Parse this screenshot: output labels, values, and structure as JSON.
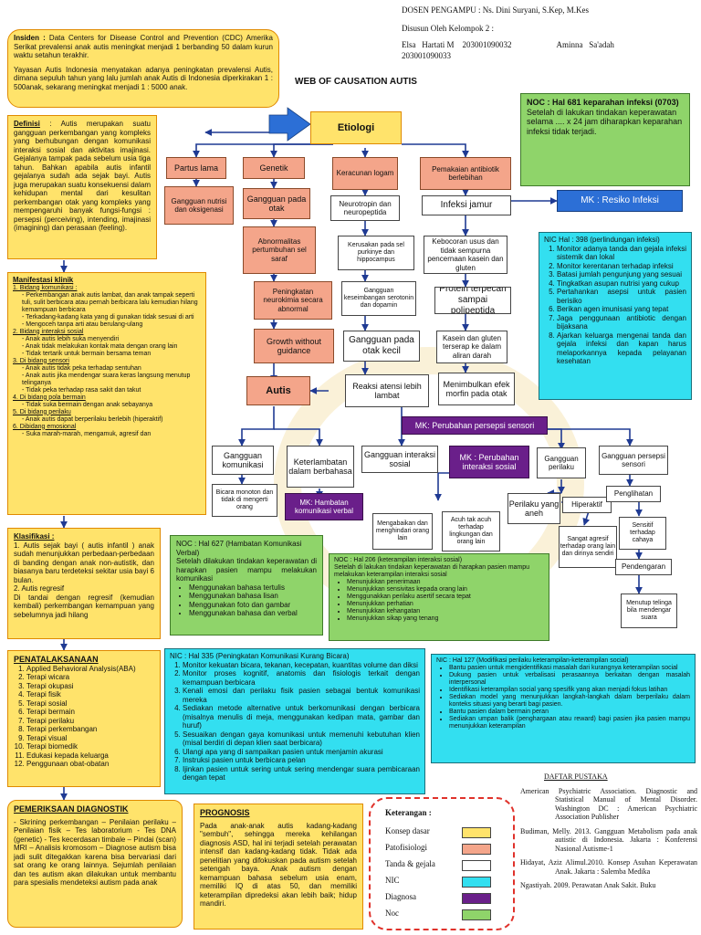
{
  "header": {
    "dosen": "DOSEN PENGAMPU       : Ns. Dini Suryani, S.Kep, M.Kes",
    "disusun": "Disusun Oleh Kelompok 2 :",
    "members_line1": "Elsa   Hartati M    203001090032                      Aminna   Sa'adah",
    "members_line2": "203001090033"
  },
  "title": "WEB OF CAUSATION AUTIS",
  "insiden": {
    "heading": "Insiden :",
    "p1": "Data Centers for Disease Control and Prevention (CDC) Amerika Serikat prevalensi anak autis meningkat menjadi 1 berbanding 50 dalam kurun waktu setahun terakhir.",
    "p2": "Yayasan Autis Indonesia menyatakan adanya peningkatan prevalensi Autis, dimana sepuluh tahun yang lalu jumlah anak Autis di Indonesia diperkirakan 1 : 500anak, sekarang meningkat menjadi 1 : 5000 anak."
  },
  "definisi": {
    "heading": "Definisi",
    "text": ": Autis merupakan suatu gangguan perkembangan yang kompleks yang berhubungan dengan komunikasi interaksi sosial dan aktivitas imajinasi. Gejalanya tampak pada sebelum usia tiga tahun. Bahkan apabila autis infantil gejalanya sudah ada sejak bayi. Autis juga merupakan suatu konsekuensi dalam kehidupan mental dari kesulitan perkembangan otak yang kompleks yang mempengaruhi banyak fungsi-fungsi : persepsi (perceiving), intending, imajinasi (imagining) dan perasaan (feeling)."
  },
  "manifestasi": {
    "heading": "Manifestasi klinik",
    "items": [
      "1. Bidang komunikasi :",
      "   - Perkembangan anak autis lambat, dan anak tampak seperti tuli, sulit berbicara atau pernah berbicara lalu kemudian hilang kemampuan berbicara",
      "   - Terkadang-kadang kata yang di gunakan tidak sesuai di arti",
      "   - Mengoceh tanpa arti atau berulang-ulang",
      "2. Bidang interaksi sosial",
      "   - Anak autis lebih suka menyendiri",
      "   - Anak tidak melakukan kontak mata dengan orang lain",
      "   - Tidak tertarik untuk bermain bersama teman",
      "3. Di bidang sensori",
      "   - Anak autis tidak peka terhadap sentuhan",
      "   - Anak autis jika mendengar suara keras langsung menutup telinganya",
      "   - Tidak peka terhadap rasa sakit dan takut",
      "4. Di bidang pola bermain",
      "   - Tidak suka bermain dengan anak sebayanya",
      "5. Di bidang perilaku",
      "   - Anak autis dapat berperilaku berlebih (hiperaktif)",
      "6. Dibidang emosional",
      "   - Suka marah-marah, mengamuk, agresif dan"
    ]
  },
  "klasifikasi": {
    "heading": "Klasifikasi :",
    "items": [
      "1. Autis sejak bayi ( autis infantil ) anak sudah menunjukkan perbedaan-perbedaan di banding dengan anak non-autistik, dan biasanya baru terdeteksi sekitar usia bayi 6 bulan.",
      "2. Autis regresif",
      "Di tandai dengan regresif (kemudian kembali) perkembangan kemampuan yang sebelumnya jadi hilang"
    ]
  },
  "penatalaksanaan": {
    "heading": "PENATALAKSANAAN",
    "items": [
      "Applied Behavioral Analysis(ABA)",
      "Terapi wicara",
      "Terapi okupasi",
      "Terapi fisik",
      "Terapi sosial",
      "Terapi bermain",
      "Terapi perilaku",
      "Terapi perkembangan",
      "Terapi visual",
      "Terapi biomedik",
      "Edukasi kepada keluarga",
      "Penggunaan obat-obatan"
    ]
  },
  "pemeriksaan": {
    "heading": "PEMERIKSAAN DIAGNOSTIK",
    "text": "- Skrining perkembangan – Penilaian perilaku – Penilaian fisik – Tes laboratorium - Tes DNA (genetic) - Tes kecerdasan timbale – Pindai (scan) MRI – Analisis kromosom – Diagnose autism bisa jadi sulit ditegakkan karena bisa bervariasi dari sat orang ke orang lainnya. Sejumlah penilaian dan tes autism akan dilakukan untuk membantu para spesialis mendeteksi autism pada anak"
  },
  "prognosis": {
    "heading": "PROGNOSIS",
    "text": "Pada anak-anak autis kadang-kadang \"sembuh\", sehingga mereka kehilangan diagnosis ASD, hal ini terjadi setelah perawatan intensif dan kadang-kadang tidak. Tidak ada penelitian yang difokuskan pada autism setelah setengah baya. Anak autism dengan kemampuan bahasa sebelum usia enam, memiliki IQ di atas 50, dan memiliki keterampilan dipredeksi akan lebih baik; hidup mandiri."
  },
  "flow": {
    "etiologi": "Etiologi",
    "partus_lama": "Partus lama",
    "genetik": "Genetik",
    "keracunan": "Keracunan logam",
    "antibiotik": "Pemakaian antibiotik berlebihan",
    "nutrisi": "Gangguan nutrisi dan oksigenasi",
    "gangguan_otak": "Gangguan pada otak",
    "neurotropin": "Neurotropin dan neuropeptida",
    "infeksi_jamur": "Infeksi jamur",
    "abnormalitas": "Abnormalitas pertumbuhan sel saraf",
    "kerusakan_purkinje": "Kerusakan pada sel purkinye dan hippocampus",
    "kebocoran_usus": "Kebocoran usus dan tidak sempurna pencernaan kasein dan gluten",
    "peningkatan_neuro": "Peningkatan neurokimia secara abnormal",
    "serotonin": "Gangguan keseimbangan serotonin dan dopamin",
    "protein": "Protein terpecah sampai polipeptida",
    "growth": "Growth without guidance",
    "otak_kecil": "Gangguan pada otak kecil",
    "kasein": "Kasein dan gluten terserap ke dalam aliran darah",
    "autis": "Autis",
    "atensi": "Reaksi atensi lebih lambat",
    "morfin": "Menimbulkan efek morfin pada otak",
    "mk_persepsi": "MK: Perubahan persepsi sensori",
    "komunikasi": "Gangguan komunikasi",
    "keterlambatan": "Keterlambatan dalam berbahasa",
    "interaksi": "Gangguan interaksi sosial",
    "mk_interaksi": "MK : Perubahan interaksi sosial",
    "perilaku": "Gangguan perilaku",
    "persepsi": "Gangguan persepsi sensori",
    "bicara": "Bicara monoton dan tidak di mengerti orang",
    "mk_verbal": "MK: Hambatan komunikasi verbal",
    "mengabaikan": "Mengabaikan dan menghindari orang lain",
    "acuh": "Acuh tak acuh terhadap lingkungan dan orang lain",
    "perilaku_aneh": "Perilaku yang aneh",
    "hiperaktif": "Hiperaktif",
    "agresif": "Sangat agresif terhadap orang lain dan dirinya sendiri",
    "penglihatan": "Penglihatan",
    "sensitif": "Sensitif terhadap cahaya",
    "pendengaran": "Pendengaran",
    "menutup_telinga": "Menutup telinga bila mendengar suara"
  },
  "noc_681": {
    "heading": "NOC : Hal 681 keparahan infeksi (0703)",
    "text": "Setelah di lakukan tindakan keperawatan selama .... x 24 jam diharapkan keparahan infeksi tidak terjadi."
  },
  "mk_infeksi": "MK : Resiko Infeksi",
  "nic_398": {
    "heading": "NIC  Hal : 398 (perlindungan infeksi)",
    "items": [
      "Monitor adanya tanda dan gejala infeksi sistemik dan lokal",
      "Monitor kerentanan terhadap infeksi",
      "Batasi jumlah pengunjung yang sesuai",
      "Tingkatkan asupan nutrisi yang cukup",
      "Pertahankan asepsi untuk pasien berisiko",
      "Berikan agen imunisasi yang tepat",
      "Jaga penggunaan antibiotic dengan bijaksana",
      "Ajarkan keluarga mengenai tanda dan gejala infeksi dan kapan harus melaporkannya kepada pelayanan kesehatan"
    ]
  },
  "noc_627": {
    "heading": "NOC : Hal 627 (Hambatan Komunikasi Verbal)",
    "text": "Setelah dilakukan tindakan keperawatan di harapkan pasien mampu melakukan komunikasi",
    "items": [
      "Menggunakan bahasa tertulis",
      "Menggunakan bahasa lisan",
      "Menggunakan foto dan gambar",
      "Menggunakan bahasa dan verbal"
    ]
  },
  "noc_206": {
    "heading": "NOC : Hal 206 (keterampilan interaksi sosial)",
    "text": "Setelah di lakukan tindakan keperawatan di harapkan pasien mampu melakukan keterampilan interaksi sosial",
    "items": [
      "Menunjukkan penerimaan",
      "Menunjukkan sensivitas kepada orang lain",
      "Menggunakkan perilaku asertif secara tepat",
      "Menunjukkan perhatian",
      "Menunjukkan kehangatan",
      "Menunjukkan sikap yang tenang"
    ]
  },
  "nic_335": {
    "heading": "NIC : Hal 335 (Peningkatan Komunikasi Kurang Bicara)",
    "items": [
      "Monitor kekuatan bicara, tekanan, kecepatan, kuantitas volume dan diksi",
      "Monitor proses kognitif, anatomis dan fisiologis terkait dengan kemampuan berbicara",
      "Kenali emosi dan perilaku fisik pasien sebagai bentuk komunikasi mereka",
      "Sediakan metode alternative untuk berkomunikasi dengan berbicara (misalnya menulis di meja, menggunakan kedipan mata, gambar dan huruf)",
      "Sesuaikan dengan gaya komunikasi untuk memenuhi kebutuhan klien (misal berdiri di depan klien saat berbicara)",
      "Ulangi apa yang di sampaikan pasien untuk menjamin akurasi",
      "Instruksi pasien untuk berbicara pelan",
      "Ijinkan pasien untuk sering untuk sering mendengar suara pembicaraan dengan tepat"
    ]
  },
  "nic_127": {
    "heading": "NIC : Hal 127 (Modifikasi perilaku keterampilan-keterampilan social)",
    "items": [
      "Bantu pasien untuk mengidentifikasi masalah dari kurangnya keterampilan social",
      "Dukung pasien untuk verbalisasi perasaannya berkaitan dengan masalah interpersonal",
      "Identifikasi keterampilan social yang spesifik yang akan menjadi fokus latihan",
      "Sediakan model yang menunjukkan langkah-langkah dalam berperilaku dalam konteks situasi yang berarti bagi pasien.",
      "Bantu pasien dalam bermain peran",
      "Sediakan umpan balik (penghargaan atau reward) bagi pasien jika pasien mampu menunjukkan keterampilan"
    ]
  },
  "daftar_pustaka": {
    "heading": "DAFTAR PUSTAKA",
    "items": [
      "American Psychiatric Association. Diagnostic and Statistical Manual of Mental Disorder. Washington DC : American Psychiatric Association Publisher",
      "Budiman, Melly. 2013. Gangguan Metabolism pada anak autistic di Indonesia. Jakarta : Konferensi Nasional Autisme-1",
      "Hidayat, Aziz Alimul.2010. Konsep Asuhan Keperawatan Anak. Jakarta : Salemba Medika",
      "Ngastiyah. 2009. Perawatan Anak Sakit. Buku"
    ]
  },
  "legend": {
    "heading": "Keterangan :",
    "items": [
      {
        "label": "Konsep dasar",
        "color": "#ffe36b"
      },
      {
        "label": "Patofisiologi",
        "color": "#f4a58a"
      },
      {
        "label": "Tanda & gejala",
        "color": "#ffffff"
      },
      {
        "label": "NIC",
        "color": "#33dff0"
      },
      {
        "label": "Diagnosa",
        "color": "#6a1f8a"
      },
      {
        "label": "Noc",
        "color": "#8fd46a"
      }
    ]
  }
}
